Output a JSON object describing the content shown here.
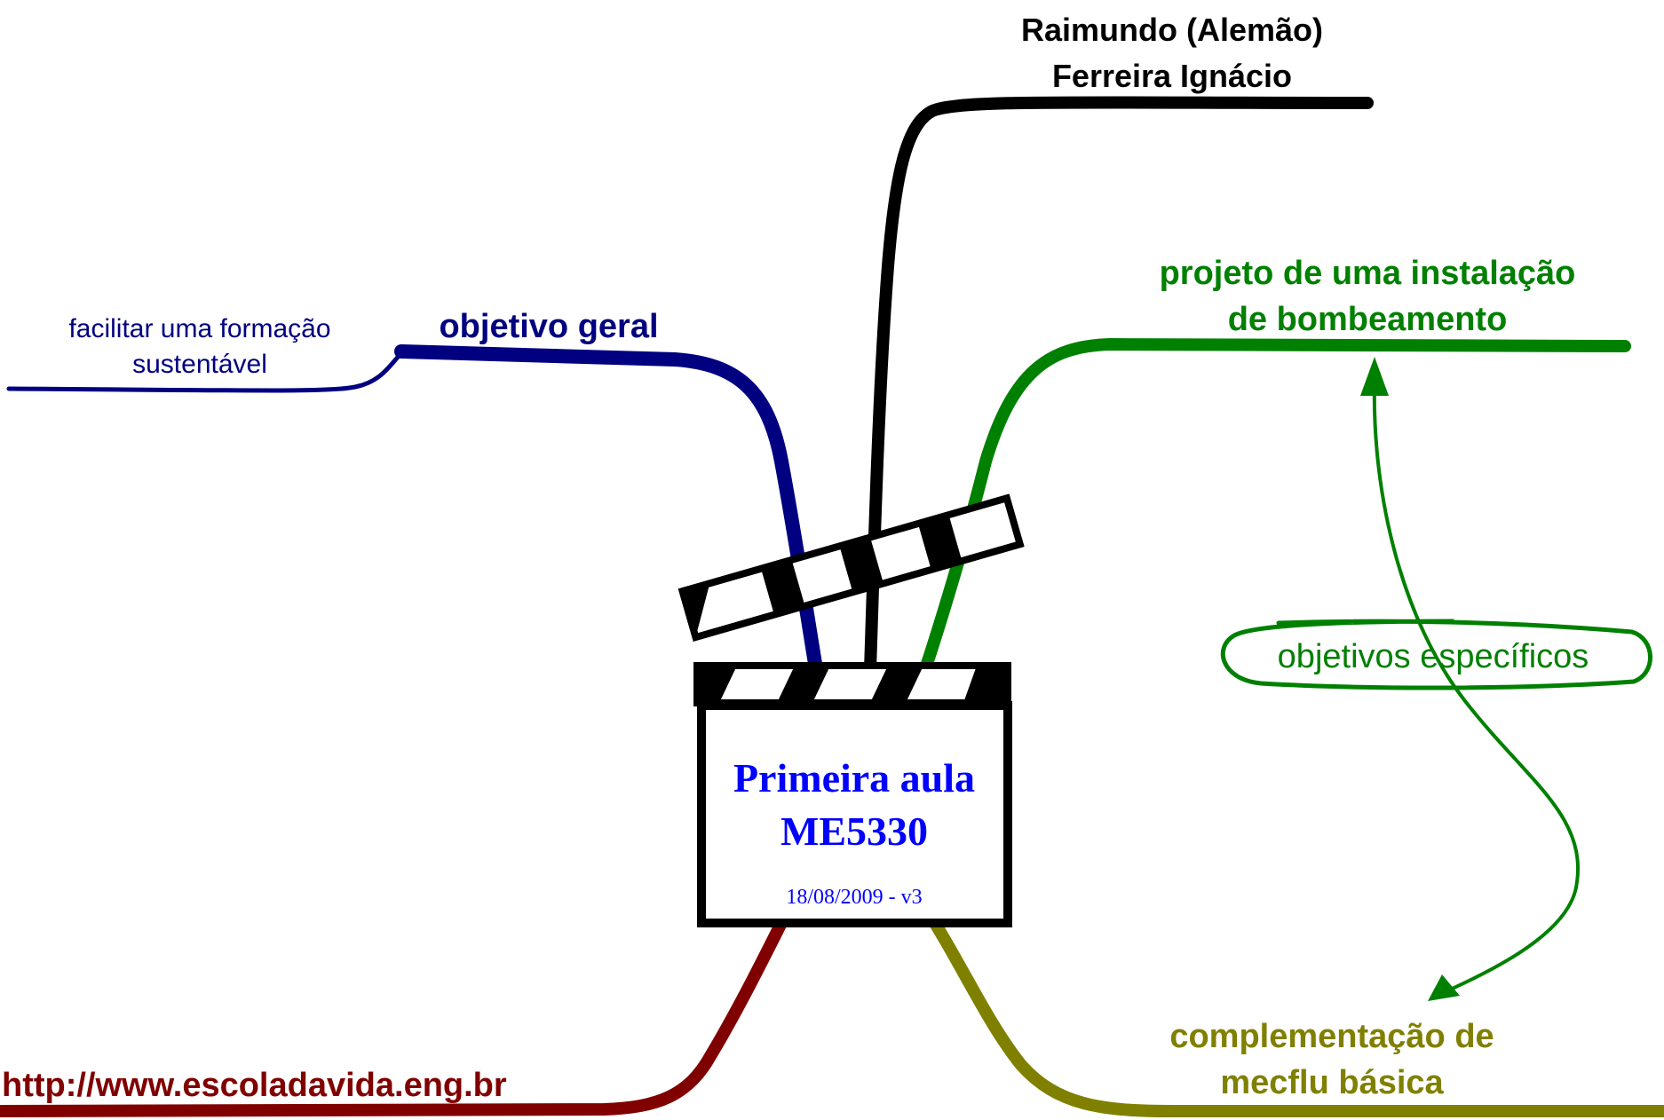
{
  "central": {
    "title_line1": "Primeira aula",
    "title_line2": "ME5330",
    "subtitle": "18/08/2009 - v3"
  },
  "branches": {
    "author": {
      "line1": "Raimundo (Alemão)",
      "line2": "Ferreira Ignácio"
    },
    "objetivo_geral": {
      "label": "objetivo geral"
    },
    "facilitar": {
      "line1": "facilitar uma formação",
      "line2": "sustentável"
    },
    "projeto": {
      "line1": "projeto de uma instalação",
      "line2": "de bombeamento"
    },
    "objetivos_especificos": {
      "label": "objetivos específicos"
    },
    "complementacao": {
      "line1": "complementação de",
      "line2": "mecflu básica"
    },
    "website": {
      "label": "http://www.escoladavida.eng.br"
    }
  },
  "colors": {
    "author": "#000000",
    "objetivo_geral": "#000080",
    "projeto": "#008000",
    "complementacao": "#808000",
    "website": "#800000",
    "central_title": "#0000ff"
  },
  "icons": {
    "central": "clapperboard-icon"
  }
}
